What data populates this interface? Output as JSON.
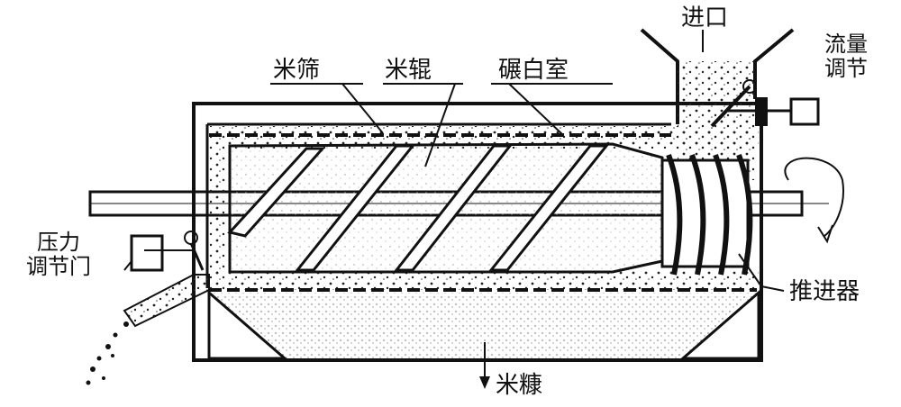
{
  "labels": {
    "inlet": "进口",
    "rice_sieve": "米筛",
    "rice_roller": "米辊",
    "milling_chamber": "碾白室",
    "flow_adjust_line1": "流量",
    "flow_adjust_line2": "调节",
    "pressure_gate_line1": "压力",
    "pressure_gate_line2": "调节门",
    "propeller": "推进器",
    "bran": "米糠"
  }
}
